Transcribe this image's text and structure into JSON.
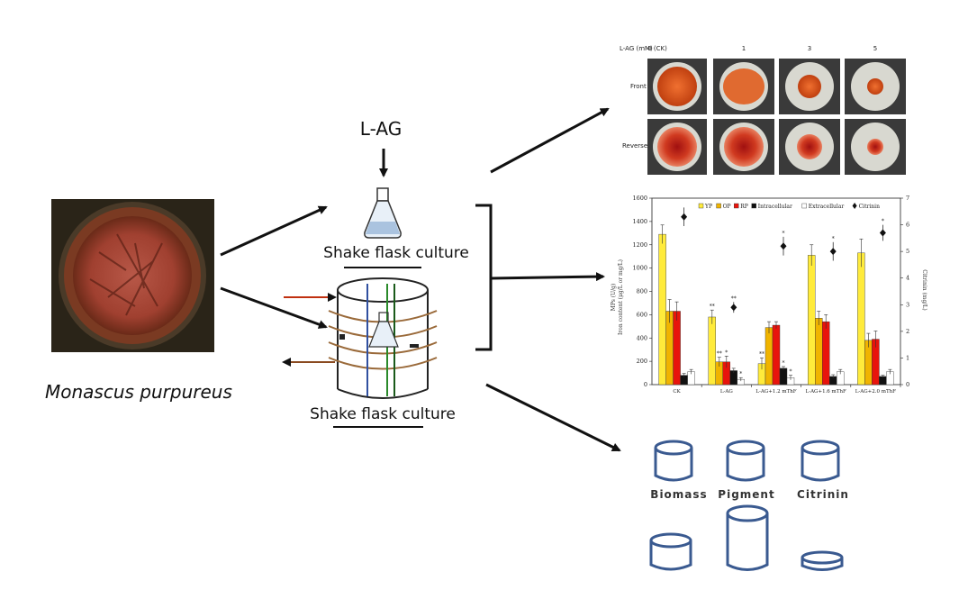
{
  "organism": {
    "label": "Monascus purpureus"
  },
  "treatment": {
    "label": "L-AG"
  },
  "culture": {
    "top_label": "Shake flask culture",
    "bottom_label": "Shake flask culture"
  },
  "plates": {
    "header_title": "L-AG (mM)",
    "columns": [
      "0 (CK)",
      "1",
      "3",
      "5"
    ],
    "rows": [
      "Front",
      "Reverse"
    ]
  },
  "chart_data": {
    "type": "bar",
    "categories": [
      "CK",
      "L-AG",
      "L-AG+1.2 mThF",
      "L-AG+1.6 mThF",
      "L-AG+2.0 mThF"
    ],
    "ylabel": "MPs (U/g)\nIron content (μg/L or mg/L)",
    "ylabel_lines": [
      "MPs (U/g)",
      "Iron content (μg/L or mg/L)"
    ],
    "ylim": [
      0,
      1600
    ],
    "yticks": [
      "0",
      "200",
      "400",
      "600",
      "800",
      "1000",
      "1200",
      "1400",
      "1600"
    ],
    "y2label": "Citrinin (mg/L)",
    "y2lim": [
      0,
      7
    ],
    "y2ticks": [
      "0",
      "1",
      "2",
      "3",
      "4",
      "5",
      "6",
      "7"
    ],
    "legend": "top",
    "series": [
      {
        "name": "YP",
        "color": "#ffeb3b",
        "values": [
          1290,
          580,
          180,
          1110,
          1130
        ],
        "err": [
          80,
          60,
          50,
          90,
          120
        ],
        "marks": [
          "",
          "**",
          "**",
          "",
          ""
        ]
      },
      {
        "name": "OP",
        "color": "#f0b400",
        "values": [
          630,
          195,
          490,
          570,
          380
        ],
        "err": [
          100,
          40,
          50,
          60,
          60
        ],
        "marks": [
          "",
          "**",
          "",
          "",
          ""
        ]
      },
      {
        "name": "RP",
        "color": "#e8140c",
        "values": [
          630,
          195,
          510,
          540,
          390
        ],
        "err": [
          80,
          50,
          30,
          60,
          70
        ],
        "marks": [
          "",
          "*",
          "",
          "",
          ""
        ]
      },
      {
        "name": "Intracellular",
        "color": "#111111",
        "values": [
          80,
          120,
          140,
          70,
          70
        ],
        "err": [
          15,
          20,
          15,
          15,
          10
        ],
        "marks": [
          "",
          "",
          "*",
          "",
          ""
        ]
      },
      {
        "name": "Extracellular",
        "color": "#ffffff",
        "values": [
          110,
          45,
          60,
          110,
          110
        ],
        "err": [
          20,
          15,
          20,
          20,
          20
        ],
        "marks": [
          "",
          "*",
          "*",
          "",
          ""
        ]
      }
    ],
    "citrinin": {
      "name": "Citrinin",
      "values": [
        6.3,
        2.9,
        5.2,
        5.0,
        5.7
      ],
      "err": [
        0.35,
        0.2,
        0.35,
        0.35,
        0.3
      ],
      "marks": [
        "",
        "**",
        "*",
        "*",
        "*"
      ]
    }
  },
  "outputs": {
    "labels": [
      "Biomass",
      "Pigment",
      "Citrinin"
    ]
  }
}
